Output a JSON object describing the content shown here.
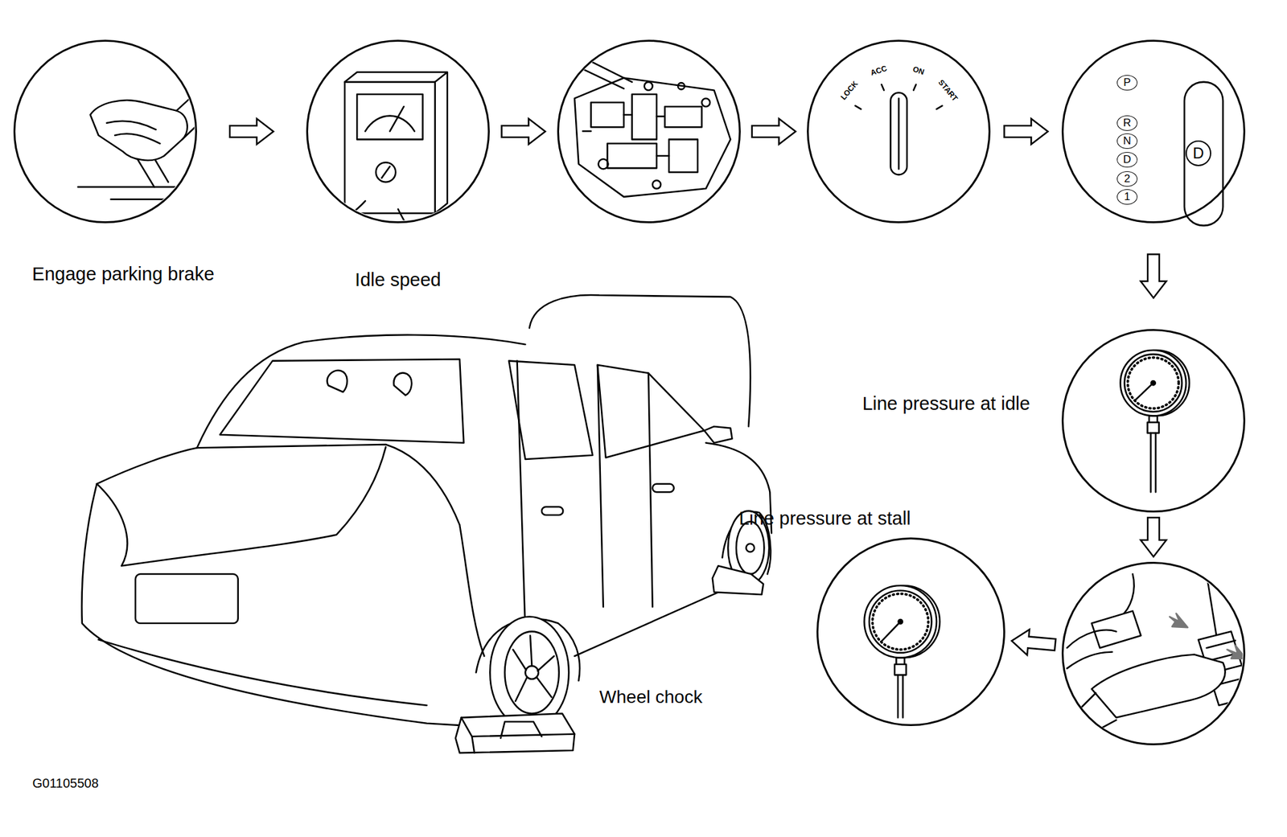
{
  "diagram": {
    "nodes": [
      {
        "text": [
          "Engage parking brake"
        ]
      },
      {
        "text": [
          "Idle speed"
        ]
      },
      {
        "text": []
      },
      {
        "text": [
          "LOCK",
          "ACC",
          "ON",
          "START"
        ]
      },
      {
        "text": [
          "P",
          "R",
          "N",
          "D",
          "2",
          "1",
          "D"
        ]
      },
      {
        "text": [
          "Line pressure at idle"
        ]
      },
      {
        "text": []
      },
      {
        "text": [
          "Line pressure at stall"
        ]
      }
    ],
    "edges": [
      {
        "from": 0,
        "to": 1,
        "arrow": "to"
      },
      {
        "from": 1,
        "to": 2,
        "arrow": "to"
      },
      {
        "from": 2,
        "to": 3,
        "arrow": "to"
      },
      {
        "from": 3,
        "to": 4,
        "arrow": "to"
      },
      {
        "from": 4,
        "to": 5,
        "arrow": "to"
      },
      {
        "from": 5,
        "to": 6,
        "arrow": "to"
      },
      {
        "from": 6,
        "to": 7,
        "arrow": "to"
      }
    ],
    "labels": [
      "Wheel chock",
      "G01105508"
    ]
  }
}
